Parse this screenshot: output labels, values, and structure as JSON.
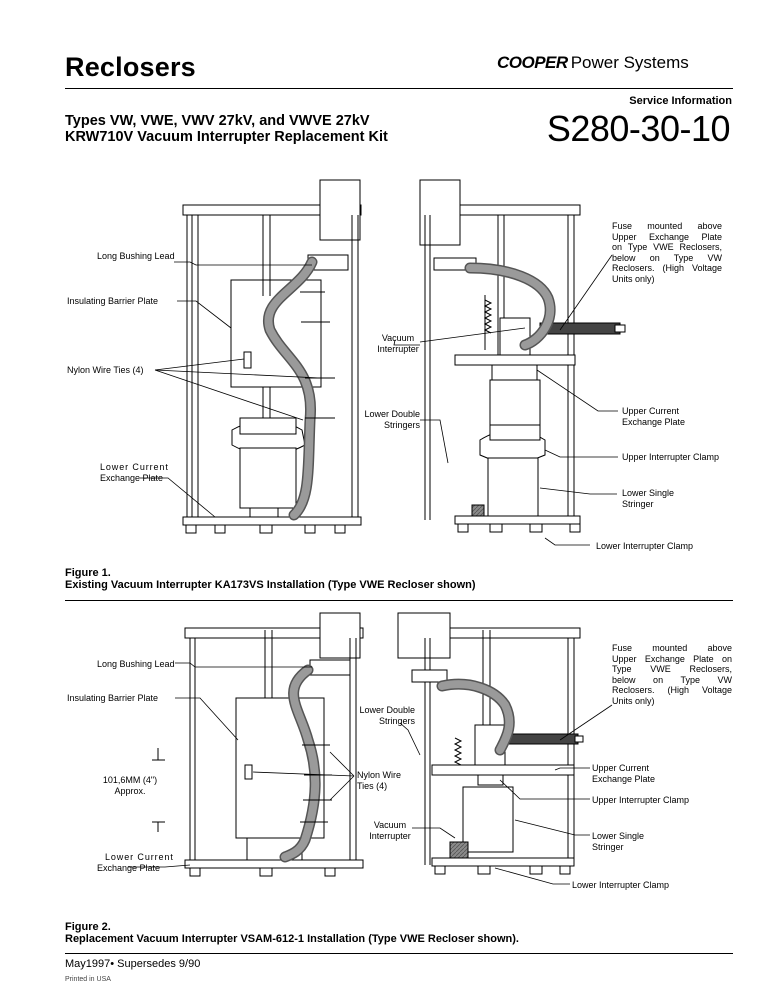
{
  "header": {
    "section_title": "Reclosers",
    "brand_name": "COOPER",
    "brand_suffix": "Power Systems",
    "service_info": "Service Information",
    "doc_title_line1": "Types VW, VWE, VWV 27kV, and VWVE 27kV",
    "doc_title_line2": "KRW710V Vacuum Interrupter Replacement Kit",
    "doc_number": "S280-30-10"
  },
  "figure1": {
    "caption_line1": "Figure 1.",
    "caption_line2": "Existing Vacuum Interrupter KA173VS Installation (Type VWE Recloser shown)",
    "labels": {
      "long_bushing_lead": "Long Bushing Lead",
      "insulating_barrier_plate": "Insulating Barrier Plate",
      "vacuum_interrupter_1": "Vacuum",
      "vacuum_interrupter_2": "Interrupter",
      "nylon_wire_ties": "Nylon Wire Ties (4)",
      "lower_double_stringers_1": "Lower Double",
      "lower_double_stringers_2": "Stringers",
      "lower_current_exchange_plate_1": "Lower Current",
      "lower_current_exchange_plate_2": "Exchange Plate",
      "fuse_1": "Fuse mounted above",
      "fuse_2": "Upper Exchange Plate",
      "fuse_3": "on Type VWE Reclosers,",
      "fuse_4": "below on Type VW",
      "fuse_5": "Reclosers. (High Voltage",
      "fuse_6": "Units only)",
      "upper_current_exchange_plate_1": "Upper Current",
      "upper_current_exchange_plate_2": "Exchange Plate",
      "upper_interrupter_clamp": "Upper Interrupter Clamp",
      "lower_single_stringer_1": "Lower Single",
      "lower_single_stringer_2": "Stringer",
      "lower_interrupter_clamp": "Lower Interrupter Clamp"
    }
  },
  "figure2": {
    "caption_line1": "Figure 2.",
    "caption_line2": "Replacement Vacuum Interrupter VSAM-612-1 Installation (Type VWE Recloser shown).",
    "labels": {
      "long_bushing_lead": "Long Bushing Lead",
      "insulating_barrier_plate": "Insulating Barrier Plate",
      "lower_double_stringers_1": "Lower Double",
      "lower_double_stringers_2": "Stringers",
      "dimension_1": "101,6MM (4\")",
      "dimension_2": "Approx.",
      "nylon_wire_ties_1": "Nylon Wire",
      "nylon_wire_ties_2": "Ties (4)",
      "vacuum_interrupter_1": "Vacuum",
      "vacuum_interrupter_2": "Interrupter",
      "lower_current_exchange_plate_1": "Lower Current",
      "lower_current_exchange_plate_2": "Exchange Plate",
      "fuse_1": "Fuse mounted above",
      "fuse_2": "Upper Exchange Plate on",
      "fuse_3": "Type VWE Reclosers,",
      "fuse_4": "below on Type VW",
      "fuse_5": "Reclosers. (High Voltage",
      "fuse_6": "Units only)",
      "upper_current_exchange_plate_1": "Upper Current",
      "upper_current_exchange_plate_2": "Exchange Plate",
      "upper_interrupter_clamp": "Upper Interrupter Clamp",
      "lower_single_stringer_1": "Lower Single",
      "lower_single_stringer_2": "Stringer",
      "lower_interrupter_clamp": "Lower Interrupter Clamp"
    }
  },
  "footer": {
    "date": "May1997• Supersedes 9/90",
    "printed": "Printed in USA"
  }
}
